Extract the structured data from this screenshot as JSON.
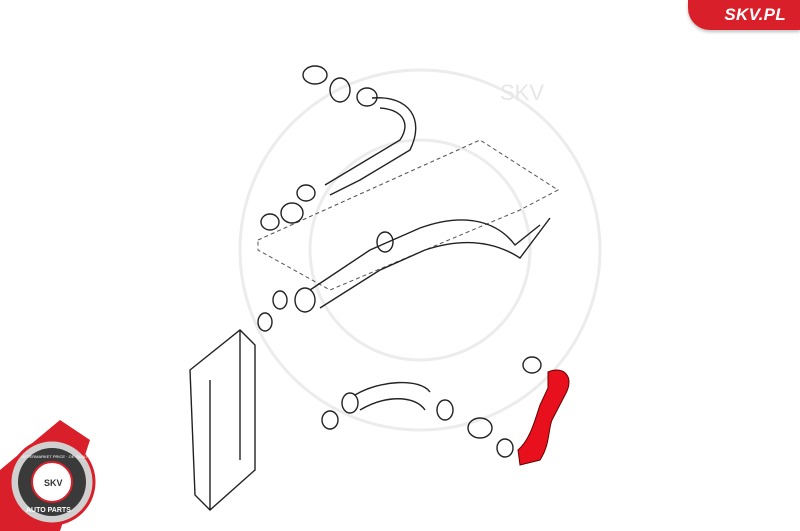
{
  "brand": {
    "tab_text": "SKV.PL",
    "accent": "#d9202a"
  },
  "watermark": {
    "text": "SKV"
  },
  "badge": {
    "center_text": "SKV",
    "ring_text": "AFTERMARKET PRICE · OE QUALITY",
    "bottom_text": "AUTO PARTS"
  },
  "highlight_color": "#e8101c"
}
